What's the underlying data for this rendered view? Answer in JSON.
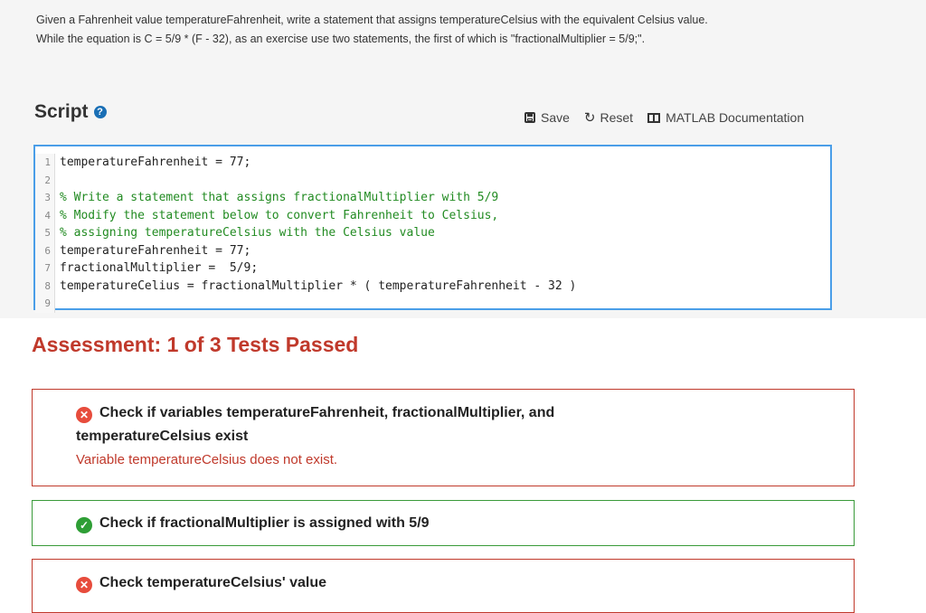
{
  "instructions": {
    "line1": "Given a Fahrenheit value temperatureFahrenheit, write a statement that assigns temperatureCelsius with the equivalent Celsius value.",
    "line2": "While the equation is C = 5/9 * (F - 32), as an exercise use two statements, the first of which is \"fractionalMultiplier = 5/9;\"."
  },
  "script": {
    "title": "Script",
    "help_icon": "?",
    "toolbar": {
      "save_label": "Save",
      "reset_label": "Reset",
      "docs_label": "MATLAB Documentation"
    },
    "lines": [
      {
        "n": "1",
        "text": "temperatureFahrenheit = 77;"
      },
      {
        "n": "2",
        "text": ""
      },
      {
        "n": "3",
        "text": "% Write a statement that assigns fractionalMultiplier with 5/9"
      },
      {
        "n": "4",
        "text": "% Modify the statement below to convert Fahrenheit to Celsius,"
      },
      {
        "n": "5",
        "text": "% assigning temperatureCelsius with the Celsius value"
      },
      {
        "n": "6",
        "text": "temperatureFahrenheit = 77;"
      },
      {
        "n": "7",
        "text": "fractionalMultiplier =  5/9;"
      },
      {
        "n": "8",
        "text": "temperatureCelius = fractionalMultiplier * ( temperatureFahrenheit - 32 )"
      },
      {
        "n": "9",
        "text": ""
      }
    ]
  },
  "assessment": {
    "title": "Assessment: 1 of 3 Tests Passed",
    "tests": [
      {
        "status": "fail",
        "icon": "x-circle-icon",
        "line1": "Check if variables temperatureFahrenheit, fractionalMultiplier, and",
        "line2": "temperatureCelsius exist",
        "message": "Variable temperatureCelsius does not exist."
      },
      {
        "status": "pass",
        "icon": "check-circle-icon",
        "line1": "Check if fractionalMultiplier is assigned with 5/9"
      },
      {
        "status": "fail",
        "icon": "x-circle-icon",
        "line1": "Check temperatureCelsius' value"
      }
    ]
  },
  "colors": {
    "fail": "#c0392b",
    "pass": "#2e9e35",
    "editor_border": "#4a9ee8",
    "comment": "#228b22"
  }
}
